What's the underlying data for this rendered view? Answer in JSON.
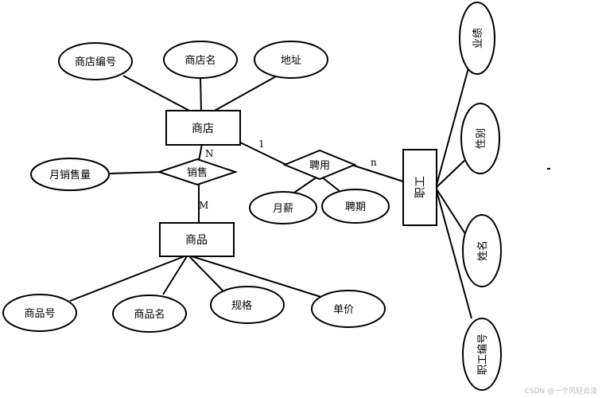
{
  "entities": {
    "shop": "商店",
    "product": "商品",
    "employee": "职工"
  },
  "relationships": {
    "sales": "销售",
    "hire": "聘用"
  },
  "attributes": {
    "shop_id": "商店编号",
    "shop_name": "商店名",
    "address": "地址",
    "monthly_sales": "月销售量",
    "salary": "月薪",
    "hire_period": "聘期",
    "product_id": "商品号",
    "product_name": "商品名",
    "spec": "规格",
    "unit_price": "单价",
    "performance": "业绩",
    "gender": "性别",
    "name": "姓名",
    "employee_id": "职工编号"
  },
  "cardinalities": {
    "sales_shop": "N",
    "sales_product": "M",
    "hire_shop": "1",
    "hire_employee": "n"
  },
  "watermark": "CSDN @一个风轻云淡"
}
